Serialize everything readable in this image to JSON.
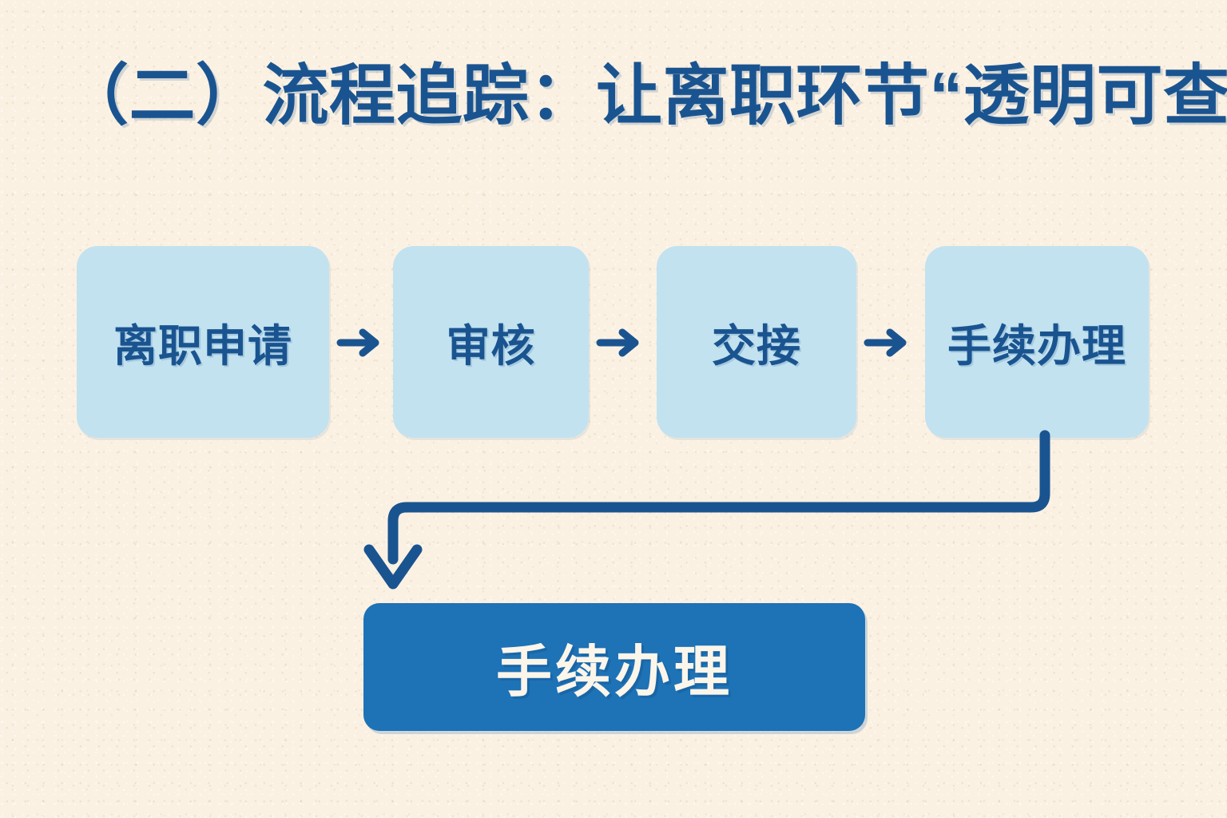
{
  "slide": {
    "title": "（二）流程追踪：让离职环节“透明可查",
    "background_color": "#FBF1E2",
    "accent_dark_blue": "#1A5490",
    "accent_light_blue": "#C2E2F0",
    "accent_button_blue": "#1E72B6",
    "button_text_color": "#FBF5EA"
  },
  "flow": {
    "steps": [
      {
        "label": "离职申请"
      },
      {
        "label": "审核"
      },
      {
        "label": "交接"
      },
      {
        "label": "手续办理"
      }
    ],
    "separators": [
      {
        "glyph": "→"
      },
      {
        "glyph": "→"
      },
      {
        "glyph": "→"
      }
    ]
  },
  "result": {
    "label": "手续办理"
  }
}
